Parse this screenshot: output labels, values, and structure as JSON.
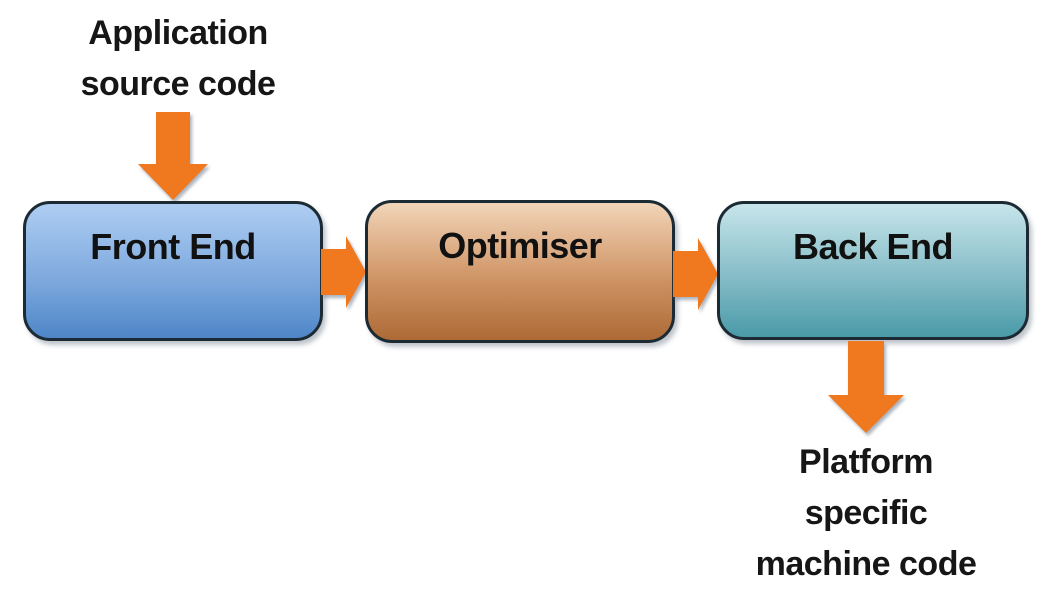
{
  "diagram": {
    "kind": "compiler-pipeline-flow",
    "input_label": "Application\nsource code",
    "output_label": "Platform\nspecific\nmachine code",
    "nodes": [
      {
        "id": "front-end",
        "label": "Front End",
        "fill_top": "#aecdf2",
        "fill_bottom": "#4e86c8"
      },
      {
        "id": "optimiser",
        "label": "Optimiser",
        "fill_top": "#f2d5b8",
        "fill_bottom": "#ad6a36"
      },
      {
        "id": "back-end",
        "label": "Back End",
        "fill_top": "#c6e5ea",
        "fill_bottom": "#4a9aa8"
      }
    ],
    "arrows": [
      {
        "from": "application-source-code",
        "to": "front-end",
        "direction": "down"
      },
      {
        "from": "front-end",
        "to": "optimiser",
        "direction": "right"
      },
      {
        "from": "optimiser",
        "to": "back-end",
        "direction": "right"
      },
      {
        "from": "back-end",
        "to": "platform-specific-machine-code",
        "direction": "down"
      }
    ],
    "colors": {
      "arrow": "#f0781e",
      "node_border": "#1c2a33",
      "text": "#161616",
      "background": "#ffffff"
    }
  }
}
